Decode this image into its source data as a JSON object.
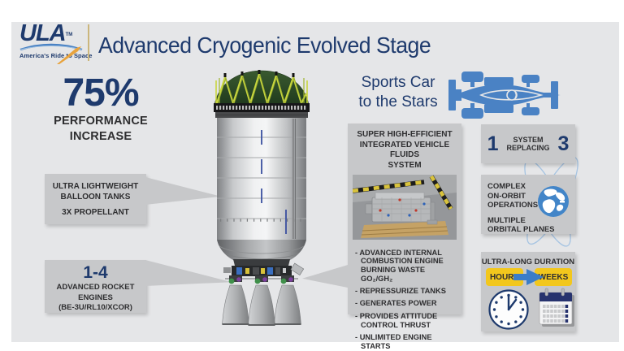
{
  "header": {
    "logo": {
      "brand": "ULA",
      "tm": "TM",
      "tagline": "America's Ride to Space"
    },
    "title": "Advanced Cryogenic Evolved Stage"
  },
  "performance": {
    "value": "75%",
    "line1": "PERFORMANCE",
    "line2": "INCREASE"
  },
  "callouts": {
    "tanks": {
      "line1": "ULTRA LIGHTWEIGHT",
      "line2": "BALLOON TANKS",
      "line3": "3X PROPELLANT"
    },
    "engines": {
      "value": "1-4",
      "line1": "ADVANCED ROCKET ENGINES",
      "line2": "(BE-3U/RL10/XCOR)"
    }
  },
  "sports_car": {
    "line1": "Sports Car",
    "line2": "to the Stars"
  },
  "ivf": {
    "title_line1": "SUPER HIGH-EFFICIENT",
    "title_line2": "INTEGRATED VEHICLE FLUIDS",
    "title_line3": "SYSTEM",
    "bullets": [
      "ADVANCED INTERNAL COMBUSTION ENGINE BURNING WASTE GO₂/GH₂",
      "REPRESSURIZE TANKS",
      "GENERATES POWER",
      "PROVIDES ATTITUDE CONTROL THRUST",
      "UNLIMITED ENGINE STARTS"
    ]
  },
  "system_replacing": {
    "left_value": "1",
    "label_line1": "SYSTEM",
    "label_line2": "REPLACING",
    "right_value": "3"
  },
  "orbit_ops": {
    "line1": "COMPLEX",
    "line2": "ON-ORBIT",
    "line3": "OPERATIONS",
    "line4": "MULTIPLE",
    "line5": "ORBITAL PLANES"
  },
  "duration": {
    "title": "ULTRA-LONG DURATION",
    "from": "HOURS",
    "to": "WEEKS"
  },
  "icons": {
    "car": "race-car-top-view",
    "globe": "globe-with-orbits",
    "clock": "analog-clock",
    "calendar": "calendar",
    "arrow": "right-arrow",
    "rocket": "cryogenic-upper-stage-illustration",
    "photo": "ivf-engine-photo"
  },
  "colors": {
    "navy": "#1e3a6d",
    "box_gray": "#c7c8ca",
    "background_gray": "#e5e6e8",
    "gold_divider": "#cbb67c",
    "pill_yellow": "#f2c71d",
    "car_blue": "#4a82c4",
    "globe_blue": "#4285c8",
    "dome_green": "#2e4a27",
    "truss_yellow": "#c8d63e"
  }
}
